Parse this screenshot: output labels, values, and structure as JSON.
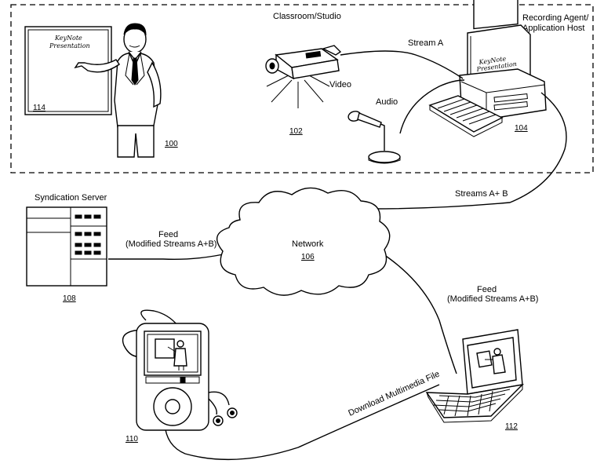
{
  "labels": {
    "classroom_studio": "Classroom/Studio",
    "recording_agent_line1": "Recording Agent/",
    "recording_agent_line2": "Application Host",
    "stream_a": "Stream A",
    "video": "Video",
    "audio": "Audio",
    "streams_ab": "Streams A+ B",
    "syndication_server": "Syndication Server",
    "feed_left_line1": "Feed",
    "feed_left_line2": "(Modified Streams A+B)",
    "network": "Network",
    "feed_right_line1": "Feed",
    "feed_right_line2": "(Modified Streams A+B)",
    "download": "Download Multimedia File"
  },
  "refs": {
    "presenter": "100",
    "camera": "102",
    "host": "104",
    "network": "106",
    "server": "108",
    "player": "110",
    "laptop": "112",
    "board": "114",
    "screen": "114"
  },
  "board_text": {
    "line1": "KeyNote",
    "line2": "Presentation"
  },
  "screen_text": {
    "line1": "KeyNote",
    "line2": "Presentation"
  }
}
